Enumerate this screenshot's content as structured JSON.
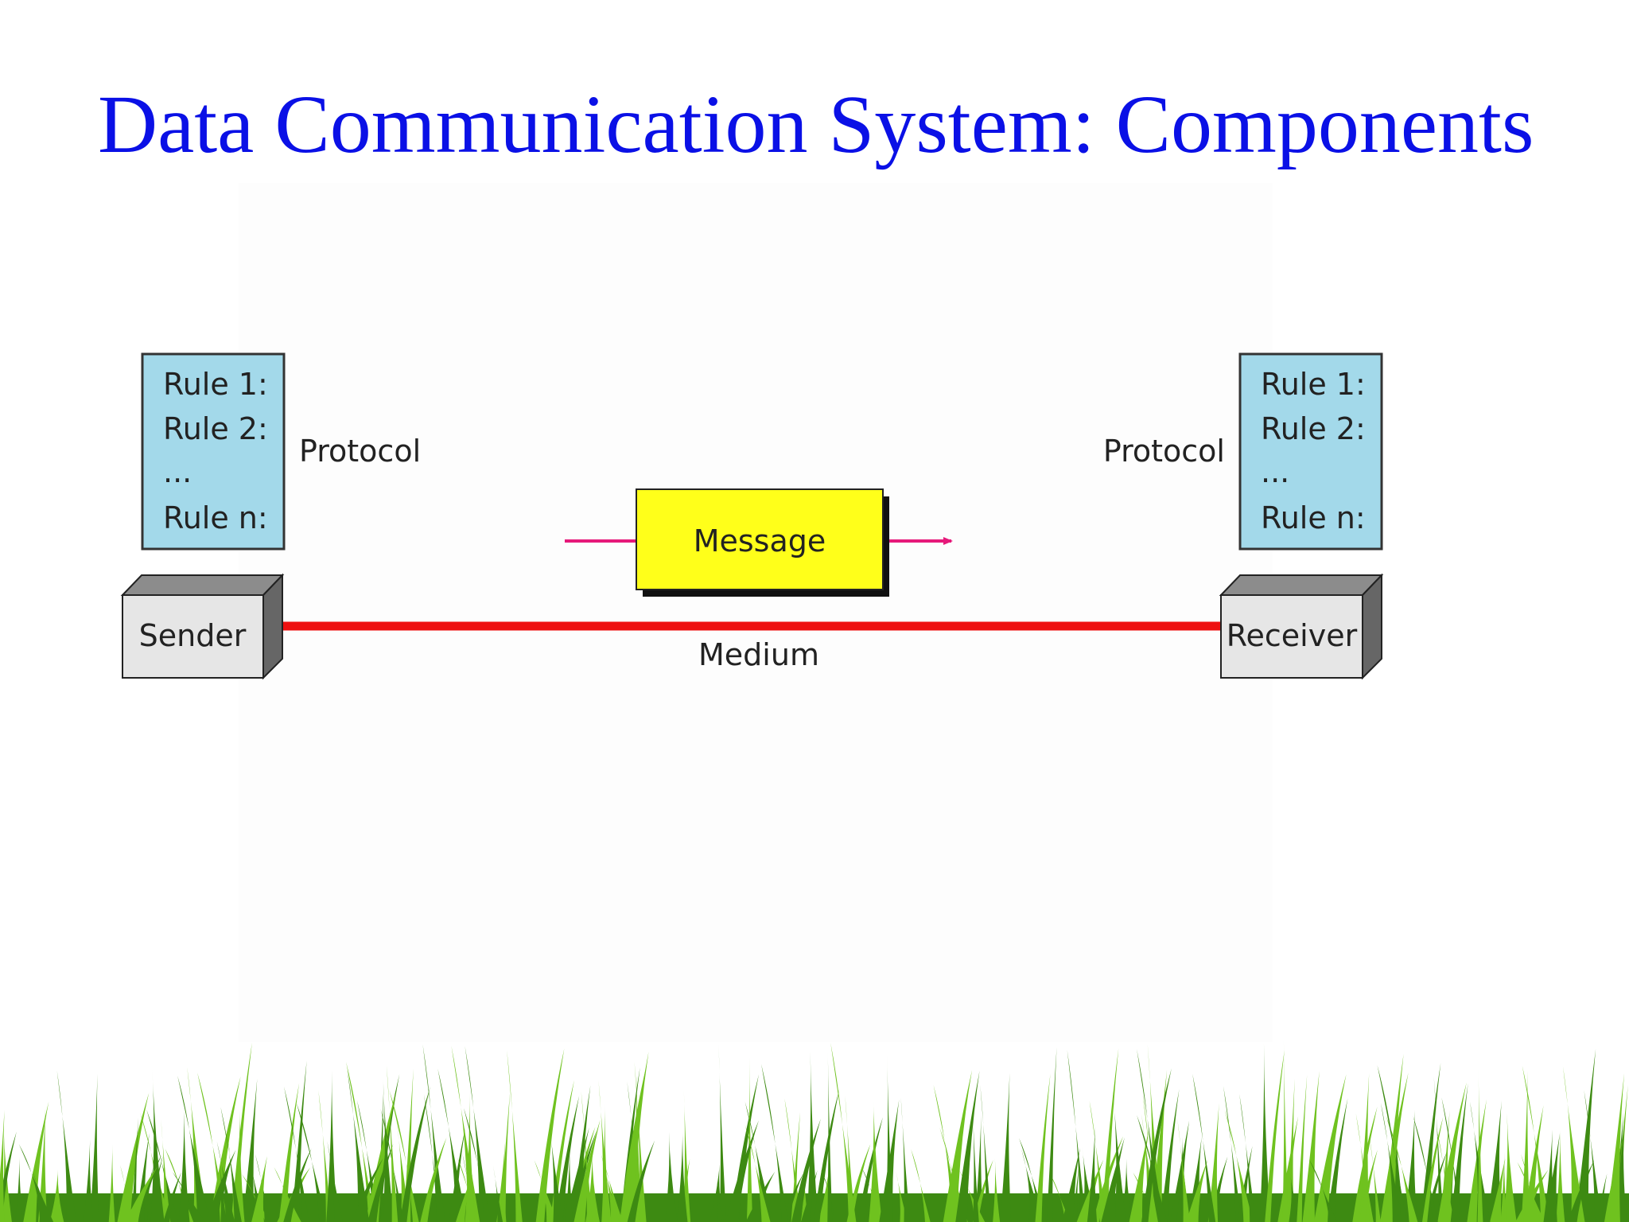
{
  "title": "Data Communication System: Components",
  "colors": {
    "title": "#0a10e6",
    "protocol_box": "#a3d9ea",
    "message_box": "#ffff1a",
    "medium": "#ee1111",
    "message_arrow": "#e6197a",
    "device_front": "#e6e6e6",
    "device_top": "#8c8c8c",
    "device_side": "#666666",
    "grass_dark": "#3d8a12",
    "grass_light": "#6fc21f"
  },
  "sender": {
    "label": "Sender",
    "protocol_label": "Protocol",
    "rules": [
      "Rule 1:",
      "Rule 2:",
      "...",
      "Rule n:"
    ]
  },
  "receiver": {
    "label": "Receiver",
    "protocol_label": "Protocol",
    "rules": [
      "Rule 1:",
      "Rule 2:",
      "...",
      "Rule n:"
    ]
  },
  "message": {
    "label": "Message"
  },
  "medium": {
    "label": "Medium"
  },
  "footer": {
    "decoration": "grass-border"
  }
}
